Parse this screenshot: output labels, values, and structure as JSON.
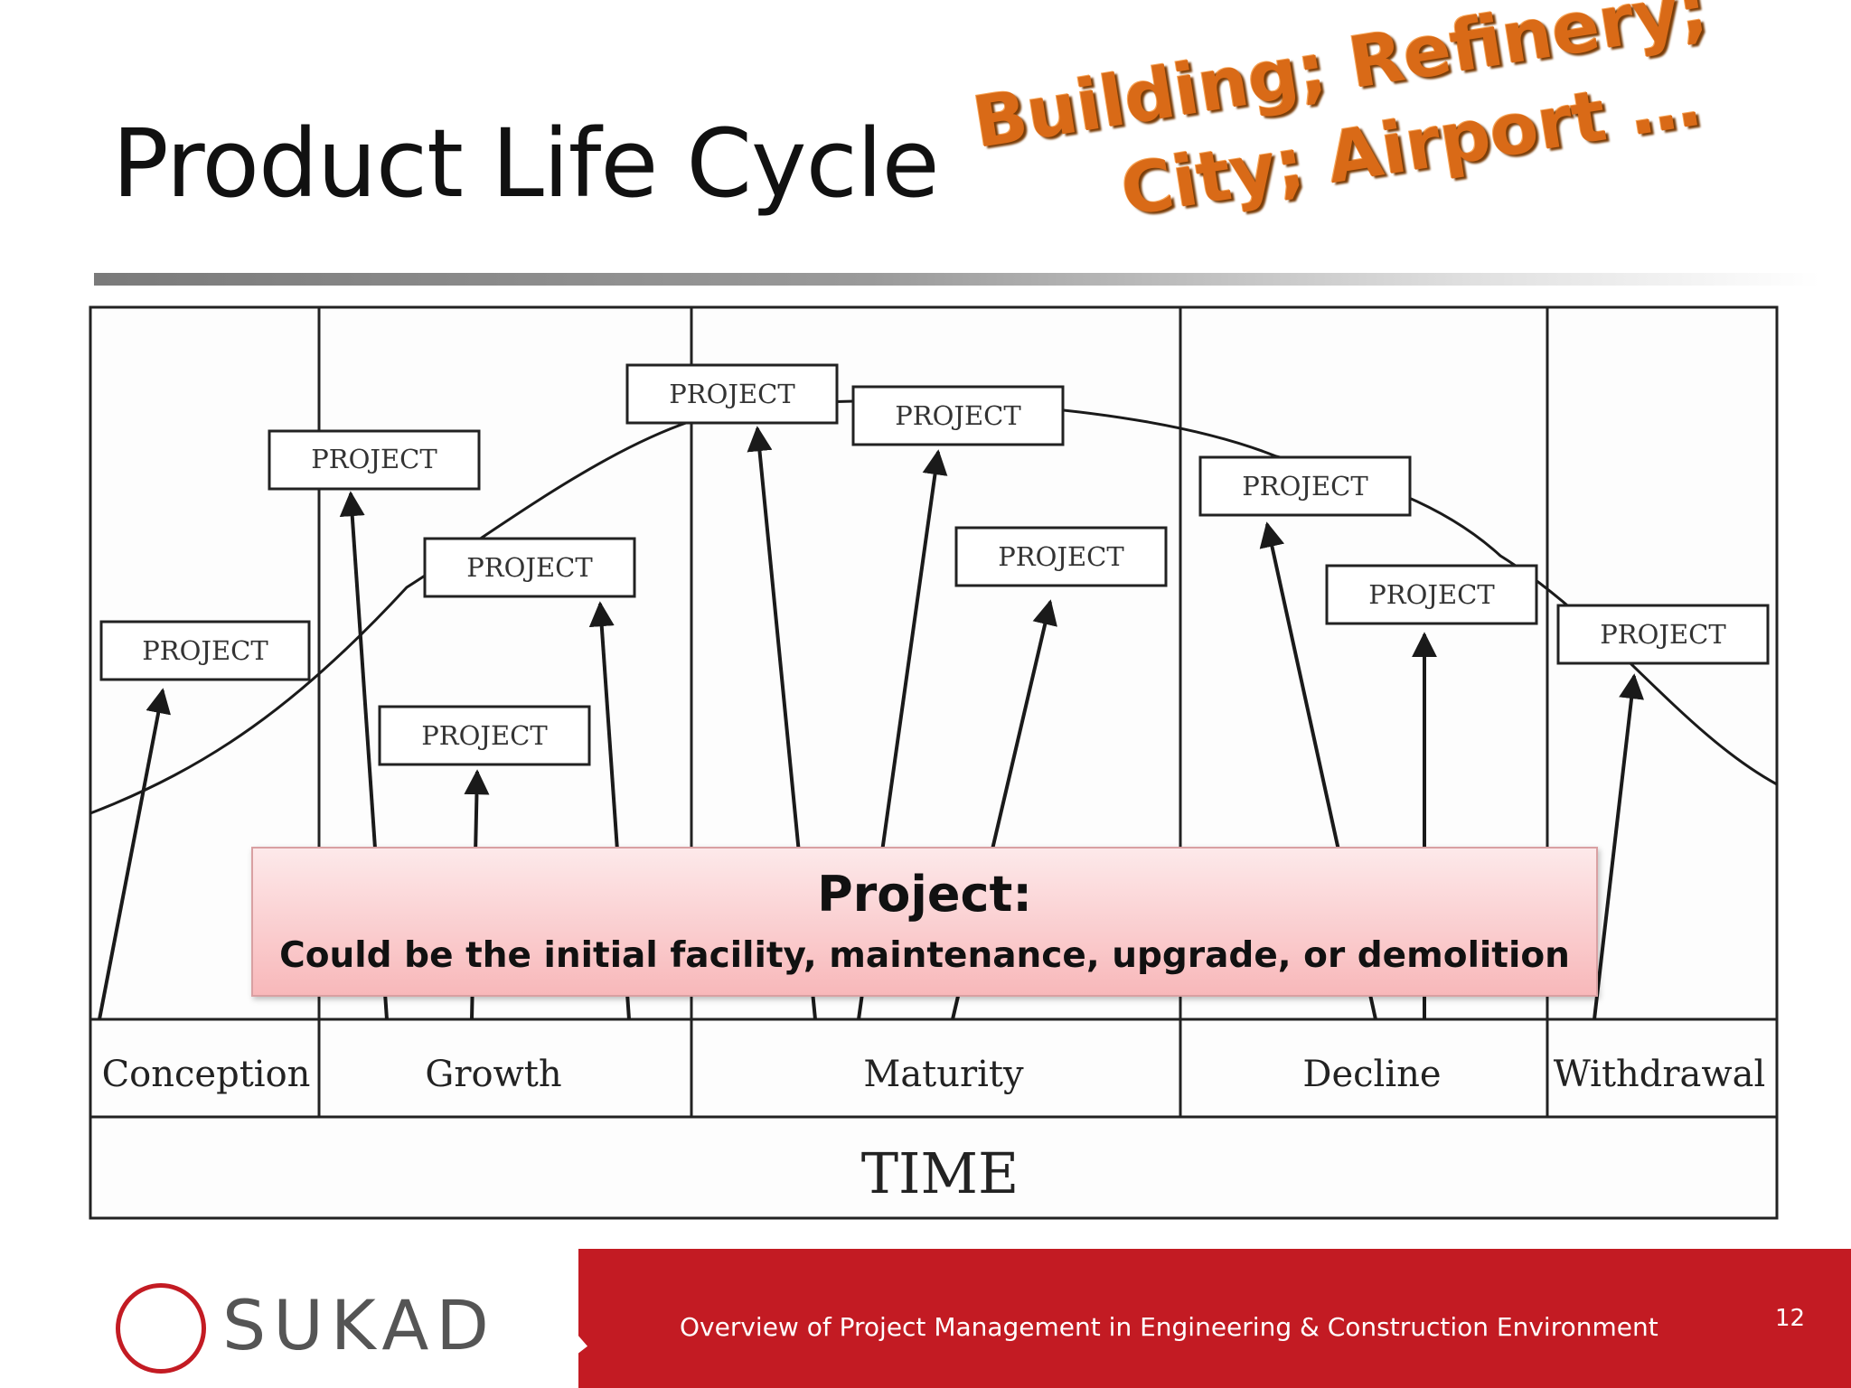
{
  "slide": {
    "title": "Product Life Cycle",
    "callout": {
      "line1": "Building; Refinery;",
      "line2": "City; Airport …",
      "color": "#d96a17"
    }
  },
  "diagram": {
    "project_label": "PROJECT",
    "phases": [
      "Conception",
      "Growth",
      "Maturity",
      "Decline",
      "Withdrawal"
    ],
    "time_label": "TIME"
  },
  "note": {
    "title": "Project:",
    "body": "Could be the initial facility, maintenance, upgrade, or demolition"
  },
  "footer": {
    "logo_text": "SUKAD",
    "caption": "Overview of Project Management in Engineering & Construction Environment",
    "page_number": "12",
    "band_color": "#c31b23"
  }
}
